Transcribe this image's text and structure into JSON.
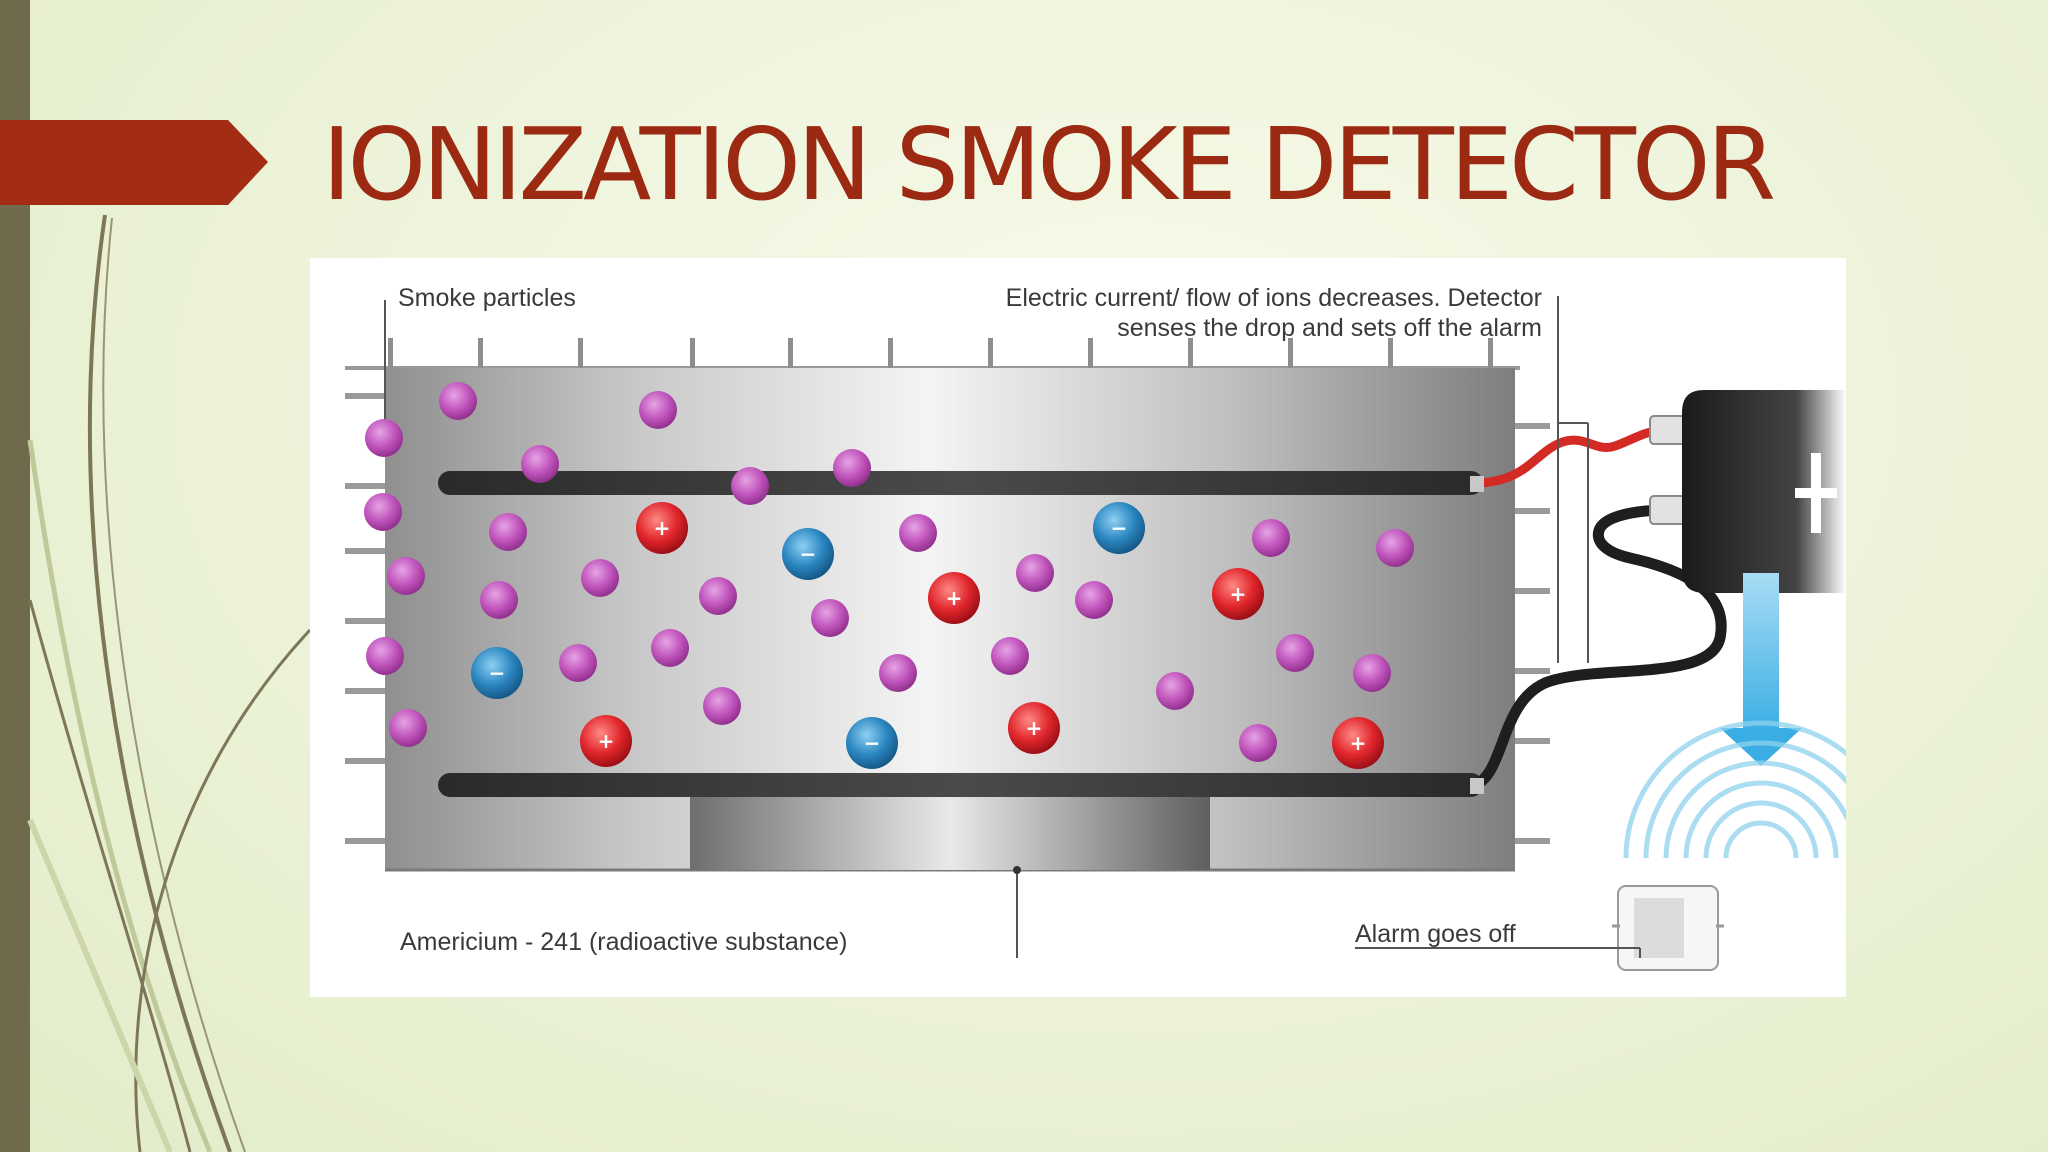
{
  "slide": {
    "title": "IONIZATION SMOKE DETECTOR",
    "accent_color": "#9c2a12",
    "sidebar_color": "#6f6a4c"
  },
  "diagram": {
    "labels": {
      "smoke_particles": "Smoke particles",
      "current_line1": "Electric current/ flow of ions decreases. Detector",
      "current_line2": "senses the drop and sets off the alarm",
      "americium": "Americium - 241 (radioactive substance)",
      "alarm": "Alarm goes off"
    },
    "ion_signs": {
      "positive": "+",
      "negative": "−"
    },
    "colors": {
      "smoke_particle": "#c054bc",
      "positive_ion": "#e0262c",
      "negative_ion": "#2a86c0",
      "red_wire": "#d42a24",
      "alarm_signal": "#4cb8e8"
    }
  }
}
